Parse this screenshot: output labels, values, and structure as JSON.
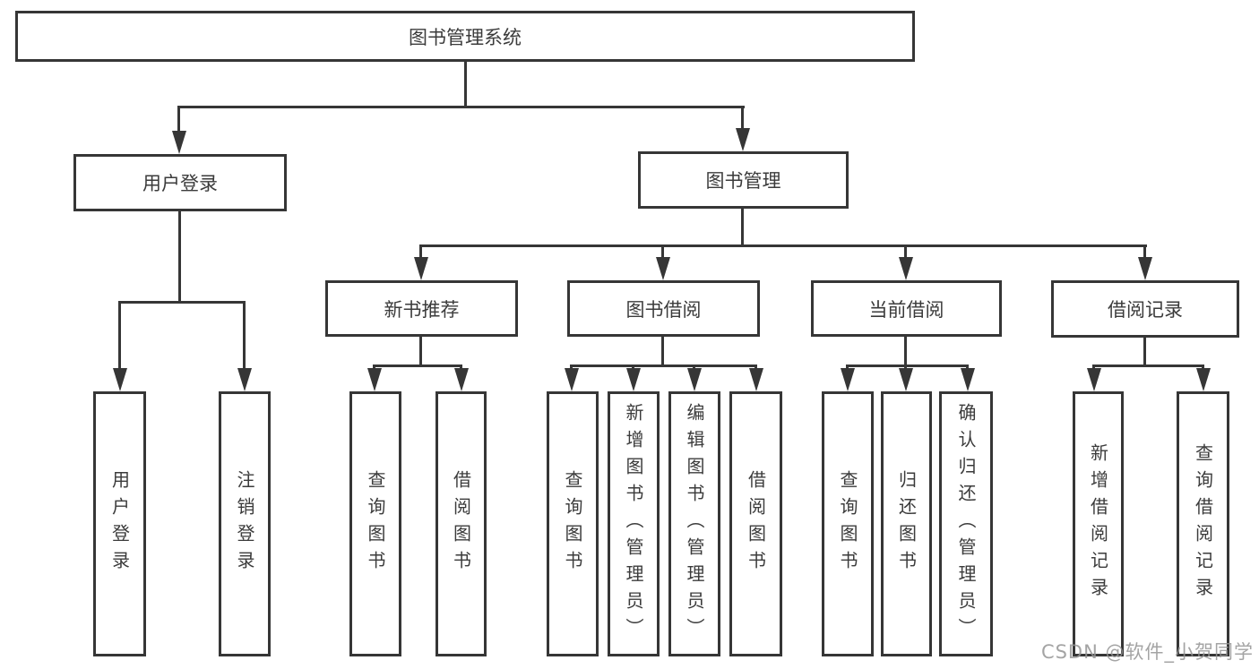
{
  "diagram": {
    "root": {
      "label": "图书管理系统"
    },
    "branches": [
      {
        "label": "用户登录",
        "children": [
          {
            "label": "用户登录"
          },
          {
            "label": "注销登录"
          }
        ]
      },
      {
        "label": "图书管理",
        "children": [
          {
            "label": "新书推荐",
            "children": [
              {
                "label": "查询图书"
              },
              {
                "label": "借阅图书"
              }
            ]
          },
          {
            "label": "图书借阅",
            "children": [
              {
                "label": "查询图书"
              },
              {
                "label": "新增图书（管理员）"
              },
              {
                "label": "编辑图书（管理员）"
              },
              {
                "label": "借阅图书"
              }
            ]
          },
          {
            "label": "当前借阅",
            "children": [
              {
                "label": "查询图书"
              },
              {
                "label": "归还图书"
              },
              {
                "label": "确认归还（管理员）"
              }
            ]
          },
          {
            "label": "借阅记录",
            "children": [
              {
                "label": "新增借阅记录"
              },
              {
                "label": "查询借阅记录"
              }
            ]
          }
        ]
      }
    ]
  },
  "watermark": {
    "text": "CSDN @软件_小贺同学"
  },
  "colors": {
    "line": "#363636",
    "text": "#3b3b3b",
    "background": "#ffffff",
    "watermark": "#949494"
  }
}
